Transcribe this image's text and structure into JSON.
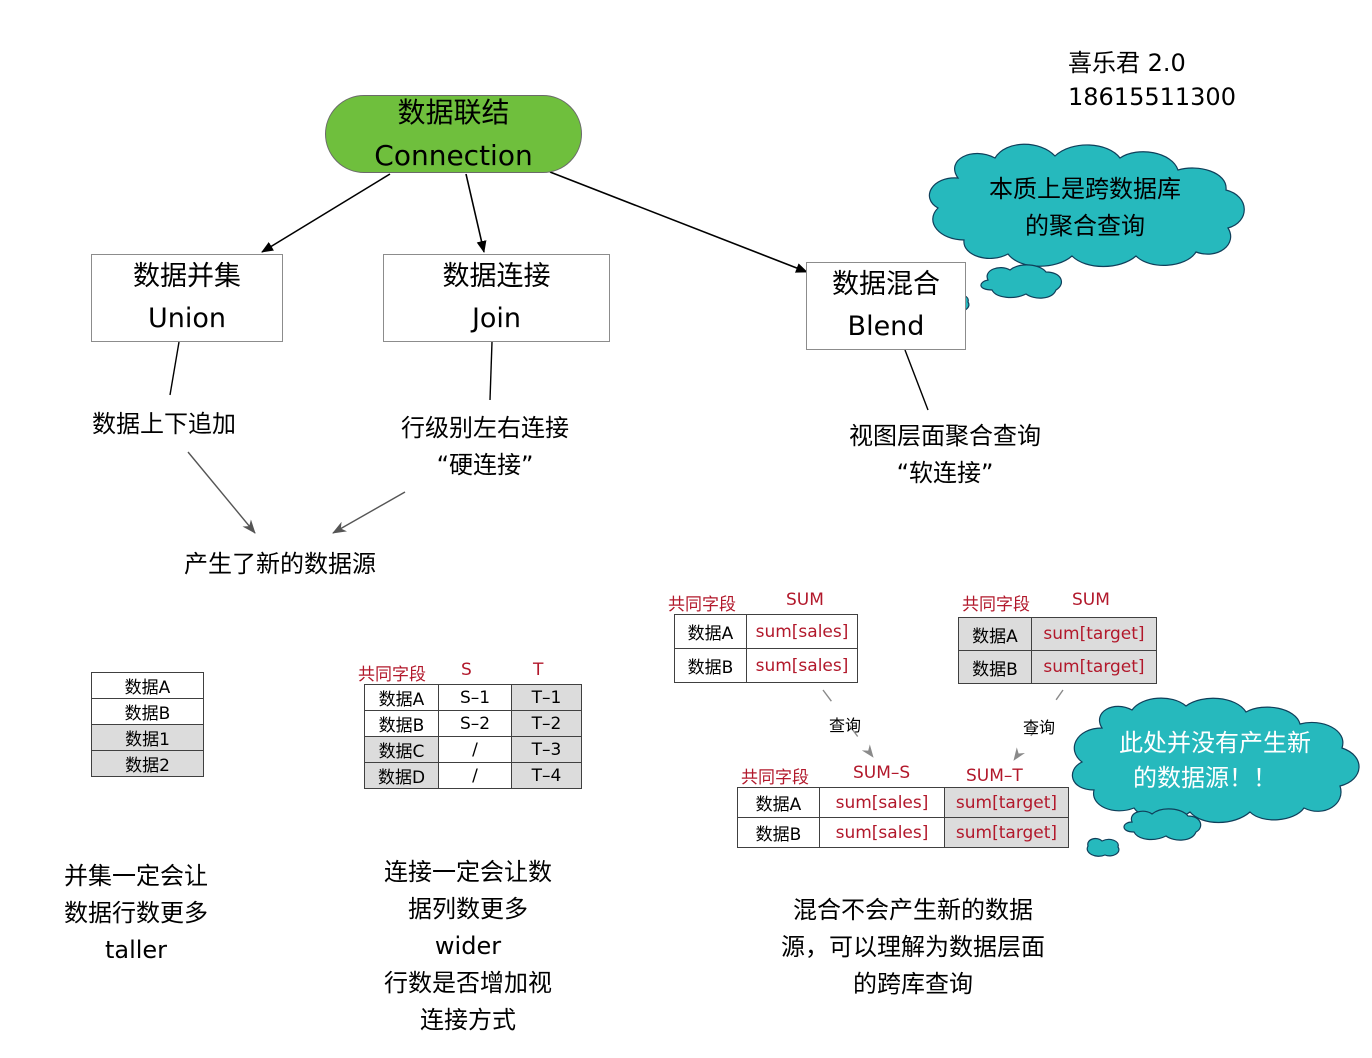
{
  "author": {
    "name": "喜乐君  2.0",
    "phone": "18615511300"
  },
  "root": {
    "title_cn": "数据联结",
    "title_en": "Connection"
  },
  "union": {
    "title_cn": "数据并集",
    "title_en": "Union",
    "desc": "数据上下追加"
  },
  "join": {
    "title_cn": "数据连接",
    "title_en": "Join",
    "desc_line1": "行级别左右连接",
    "desc_line2": "“硬连接”"
  },
  "blend": {
    "title_cn": "数据混合",
    "title_en": "Blend",
    "desc_line1": "视图层面聚合查询",
    "desc_line2": "“软连接”"
  },
  "new_source": "产生了新的数据源",
  "cloud_top": {
    "line1": "本质上是跨数据库",
    "line2": "的聚合查询",
    "color": "#26b9bd"
  },
  "cloud_bottom": {
    "line1": "此处并没有产生新",
    "line2": "的数据源！！",
    "color": "#26b9bd"
  },
  "union_table": {
    "rows": [
      "数据A",
      "数据B",
      "数据1",
      "数据2"
    ]
  },
  "join_table": {
    "headers": [
      "共同字段",
      "S",
      "T"
    ],
    "rows": [
      [
        "数据A",
        "S–1",
        "T–1"
      ],
      [
        "数据B",
        "S–2",
        "T–2"
      ],
      [
        "数据C",
        "/",
        "T–3"
      ],
      [
        "数据D",
        "/",
        "T–4"
      ]
    ]
  },
  "blend_table_s": {
    "headers": [
      "共同字段",
      "SUM"
    ],
    "rows": [
      [
        "数据A",
        "sum[sales]"
      ],
      [
        "数据B",
        "sum[sales]"
      ]
    ]
  },
  "blend_table_t": {
    "headers": [
      "共同字段",
      "SUM"
    ],
    "rows": [
      [
        "数据A",
        "sum[target]"
      ],
      [
        "数据B",
        "sum[target]"
      ]
    ]
  },
  "blend_result": {
    "headers": [
      "共同字段",
      "SUM–S",
      "SUM–T"
    ],
    "rows": [
      [
        "数据A",
        "sum[sales]",
        "sum[target]"
      ],
      [
        "数据B",
        "sum[sales]",
        "sum[target]"
      ]
    ]
  },
  "query_label": "查询",
  "notes": {
    "union": [
      "并集一定会让",
      "数据行数更多",
      "taller"
    ],
    "join": [
      "连接一定会让数",
      "据列数更多",
      "wider",
      "行数是否增加视",
      "连接方式"
    ],
    "blend": [
      "混合不会产生新的数据",
      "源，可以理解为数据层面",
      "的跨库查询"
    ]
  },
  "colors": {
    "root_fill": "#6fbf3d",
    "accent_red": "#b2182b",
    "cell_gray": "#dcdcdc"
  }
}
